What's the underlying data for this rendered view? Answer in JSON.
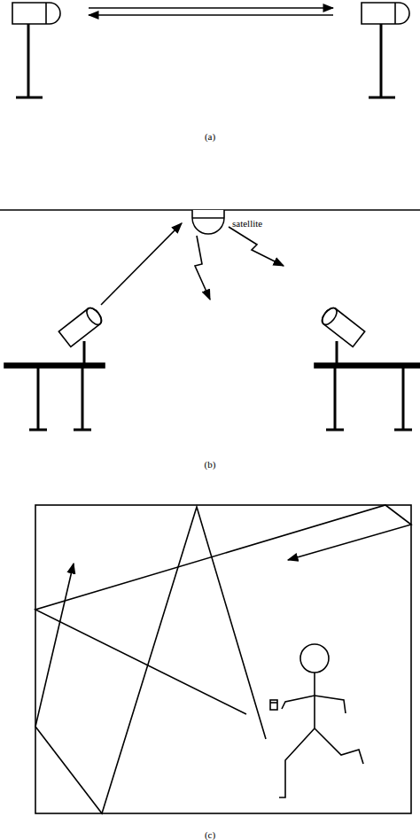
{
  "diagram": {
    "labels": [
      "(a)",
      "satellite",
      "(b)",
      "(c)"
    ]
  }
}
